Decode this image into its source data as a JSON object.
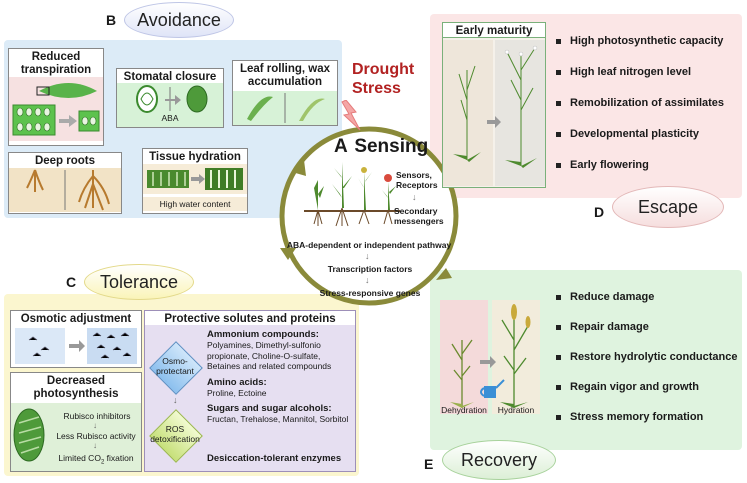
{
  "center": {
    "drought_stress": "Drought\nStress",
    "sensing_letter": "A",
    "sensing_title": "Sensing",
    "sensors": "Sensors,\nReceptors",
    "secondary": "Secondary\nmessengers",
    "aba_pathway": "ABA-dependent or independent pathway",
    "transcription": "Transcription factors",
    "stress_genes": "Stress-responsive genes"
  },
  "avoidance": {
    "letter": "B",
    "title": "Avoidance",
    "reduced_transpiration": "Reduced\ntranspiration",
    "stomatal_closure": "Stomatal closure",
    "aba": "ABA",
    "leaf_rolling": "Leaf rolling, wax\naccumulation",
    "deep_roots": "Deep roots",
    "tissue_hydration": "Tissue hydration",
    "high_water": "High water content"
  },
  "tolerance": {
    "letter": "C",
    "title": "Tolerance",
    "osmotic": "Osmotic adjustment",
    "decreased_photo": "Decreased\nphotosynthesis",
    "rubisco_inhib": "Rubisco inhibitors",
    "less_rubisco": "Less Rubisco activity",
    "limited_co2": "Limited CO",
    "limited_co2_sub": "2",
    "limited_co2_end": " fixation",
    "protective_title": "Protective solutes and proteins",
    "osmoprotectant": "Osmo-\nprotectant",
    "ros": "ROS\ndetoxification",
    "ammonium_head": "Ammonium compounds:",
    "ammonium_body": "Polyamines, Dimethyl-sulfonio propionate, Choline-O-sulfate, Betaines and related compounds",
    "amino_head": "Amino acids:",
    "amino_body": "Proline, Ectoine",
    "sugars_head": "Sugars and sugar alcohols:",
    "sugars_body": "Fructan, Trehalose, Mannitol, Sorbitol",
    "desiccation": "Desiccation-tolerant enzymes"
  },
  "escape": {
    "letter": "D",
    "title": "Escape",
    "early_maturity": "Early maturity",
    "bullets": [
      "High photosynthetic capacity",
      "High leaf nitrogen level",
      "Remobilization of assimilates",
      "Developmental plasticity",
      "Early flowering"
    ]
  },
  "recovery": {
    "letter": "E",
    "title": "Recovery",
    "dehydration": "Dehydration",
    "hydration": "Hydration",
    "bullets": [
      "Reduce damage",
      "Repair damage",
      "Restore hydrolytic conductance",
      "Regain vigor and growth",
      "Stress memory formation"
    ]
  },
  "colors": {
    "avoidance_bg": "#dcebf7",
    "tolerance_bg": "#fbf6cf",
    "escape_bg": "#fbe6e6",
    "recovery_bg": "#dff3df",
    "drought_red": "#b22222",
    "ring_olive": "#8a8a3a"
  }
}
